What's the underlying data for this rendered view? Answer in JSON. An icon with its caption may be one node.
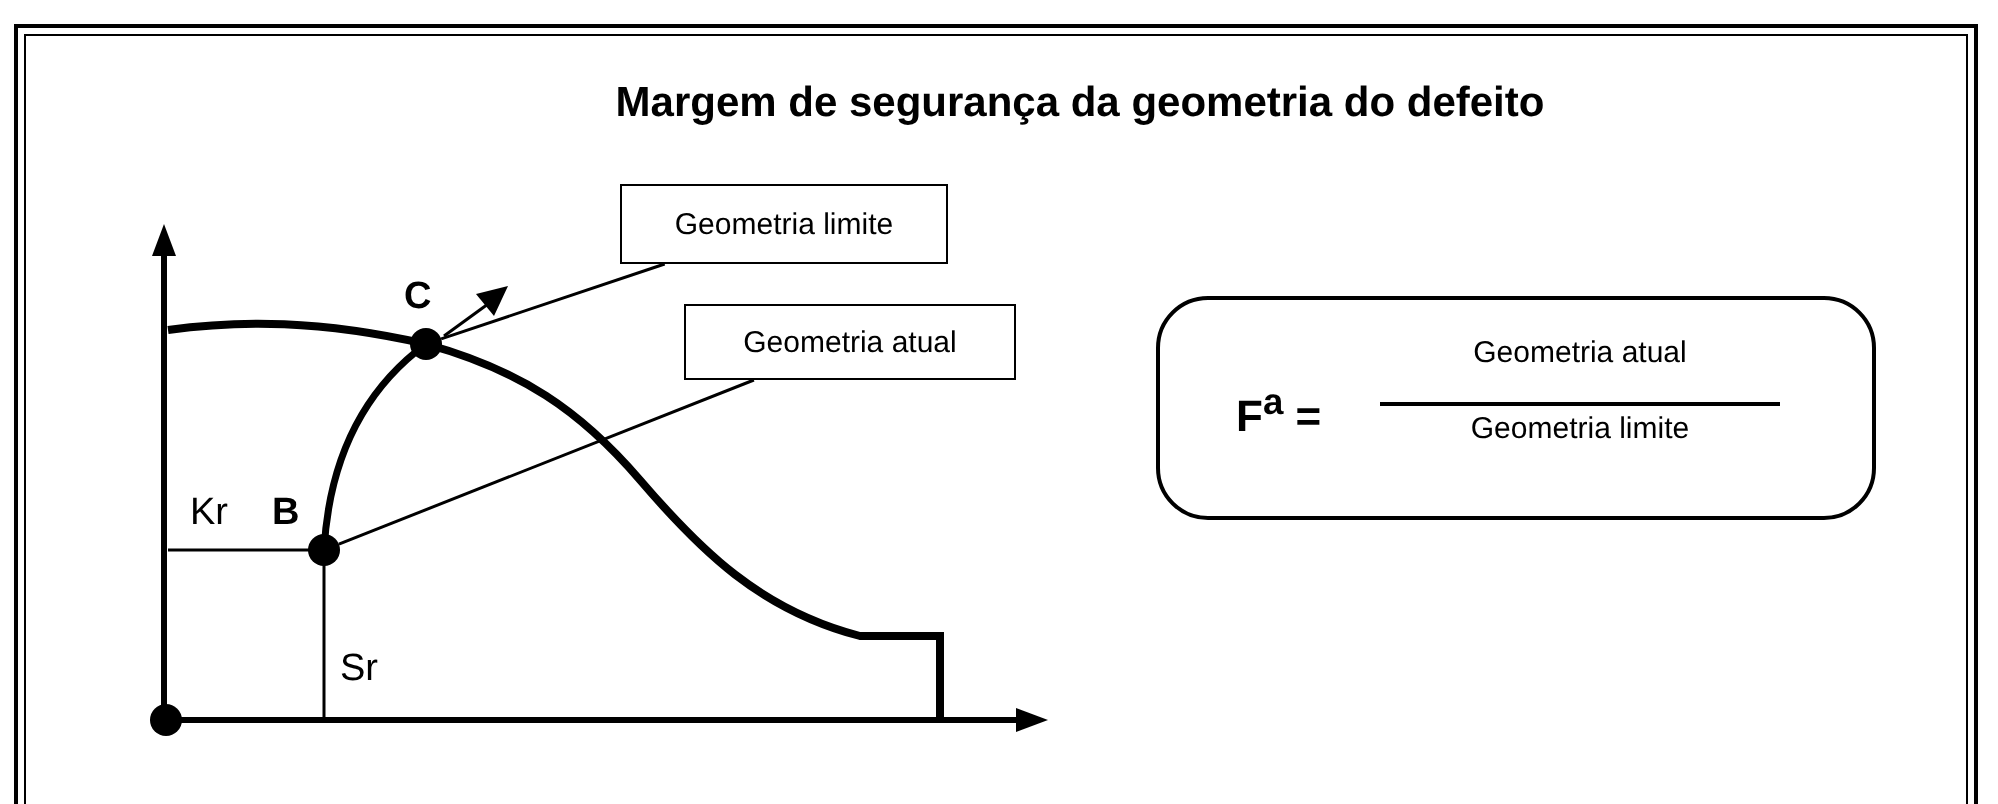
{
  "diagram": {
    "title": "Margem de segurança da geometria do defeito",
    "nodes": [
      {
        "text": [
          "Geometria limite"
        ]
      },
      {
        "text": [
          "Geometria atual"
        ]
      },
      {
        "text": [],
        "shape": "circle",
        "beside": [
          "C"
        ]
      },
      {
        "text": [],
        "shape": "circle",
        "beside": [
          "B"
        ]
      },
      {
        "text": [
          "F$^{a}$ =",
          "Geometria atual",
          "Geometria limite"
        ]
      }
    ],
    "edges": [
      {
        "from": 0,
        "to": 2,
        "arrow": "none"
      },
      {
        "from": 1,
        "to": 3,
        "arrow": "none"
      }
    ],
    "labels": [
      "Kr",
      "Sr"
    ]
  }
}
